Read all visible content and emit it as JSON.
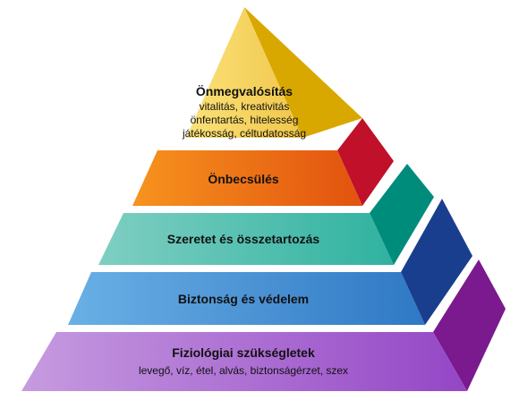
{
  "pyramid": {
    "levels": [
      {
        "key": "apex",
        "title": "Önmegvalósítás",
        "details": [
          "vitalitás, kreativitás",
          "önfentartás, hitelesség",
          "játékosság, céltudatosság"
        ],
        "colors": {
          "front_light": "#fbe27a",
          "front_dark": "#f0c64a",
          "side": "#d8a800"
        }
      },
      {
        "key": "esteem",
        "title": "Önbecsülés",
        "details": [],
        "colors": {
          "front_light": "#f7931e",
          "front_dark": "#e2520f",
          "side": "#c0102a"
        }
      },
      {
        "key": "love",
        "title": "Szeretet és összetartozás",
        "details": [],
        "colors": {
          "front_light": "#7fcfc2",
          "front_dark": "#2fb2a0",
          "side": "#008c7a"
        }
      },
      {
        "key": "safety",
        "title": "Biztonság és védelem",
        "details": [],
        "colors": {
          "front_light": "#6ab0e6",
          "front_dark": "#2f78c4",
          "side": "#1a3e8e"
        }
      },
      {
        "key": "physio",
        "title": "Fiziológiai szükségletek",
        "details": [
          "levegő, víz, étel, alvás, biztonságérzet, szex"
        ],
        "colors": {
          "front_light": "#c69be0",
          "front_dark": "#9446c6",
          "side": "#7a1a8e"
        }
      }
    ]
  }
}
